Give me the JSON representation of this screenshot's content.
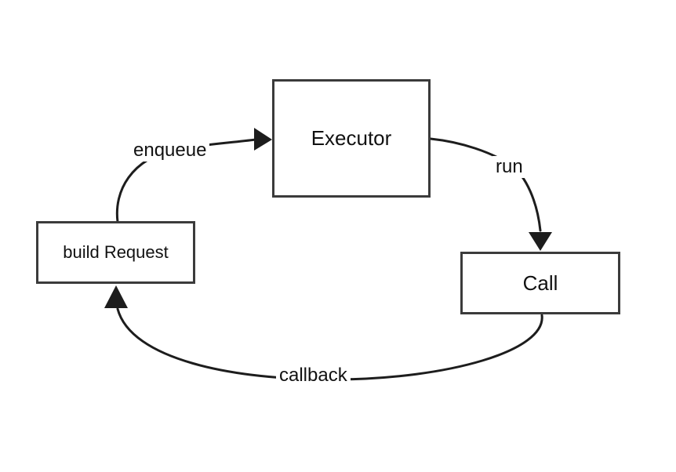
{
  "diagram": {
    "background_color": "#ffffff",
    "line_color": "#1d1d1d",
    "node_border_color": "#3b3b3b",
    "nodes": {
      "executor": {
        "label": "Executor"
      },
      "build_request": {
        "label": "build Request"
      },
      "call": {
        "label": "Call"
      }
    },
    "edges": {
      "enqueue": {
        "label": "enqueue",
        "from": "build_request",
        "to": "executor"
      },
      "run": {
        "label": "run",
        "from": "executor",
        "to": "call"
      },
      "callback": {
        "label": "callback",
        "from": "call",
        "to": "build_request"
      }
    }
  }
}
